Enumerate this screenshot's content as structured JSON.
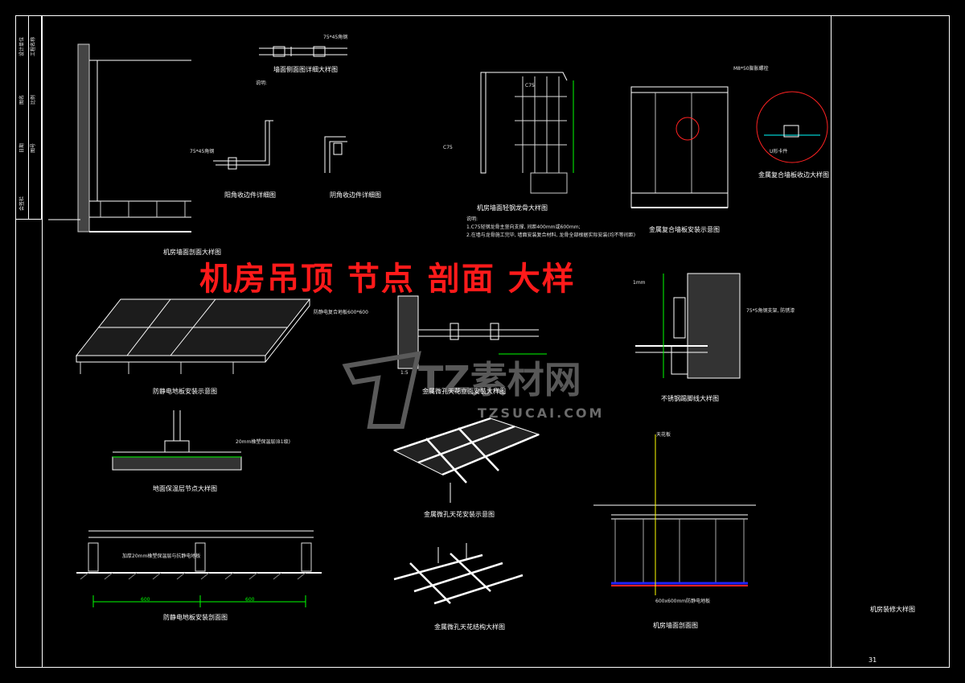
{
  "headline": "机房吊顶  节点  剖面  大样",
  "watermark": {
    "name": "TZ素材网",
    "url": "TZSUCAI.COM"
  },
  "title_block": {
    "sheet_name": "机房装修大样图",
    "sheet_no": "31"
  },
  "left_strip": [
    "设计单位",
    "工程名称",
    "图名",
    "比例",
    "日期",
    "图号",
    "会签栏"
  ],
  "captions": {
    "wall_section": "机房墙面剖面大样图",
    "wall_side": "墙面侧面图详细大样图",
    "yang_corner": "阳角收边件详细图",
    "yin_corner": "阴角收边件详细图",
    "steel_keel": "机房墙面轻钢龙骨大样图",
    "metal_board": "金属复合墙板安装示意图",
    "metal_board_detail": "金属复合墙板收边大样图",
    "raised_floor": "防静电地板安装示意图",
    "ceiling_section": "金属微孔天花立面安装大样图",
    "skirting": "不锈钢踢脚线大样图",
    "floor_insulation": "地面保温层节点大样图",
    "ceiling_iso": "金属微孔天花安装示意图",
    "floor_section": "防静电地板安装剖面图",
    "ceiling_grid": "金属微孔天花结构大样图",
    "room_section": "机房墙面剖面图"
  },
  "notes": {
    "wall_note_title": "说明:",
    "keel_note_title": "说明:",
    "keel_note_1": "1.C75轻钢龙骨主竖向支撑, 间距400mm或600mm;",
    "keel_note_2": "2.在墙与龙骨施工完毕, 墙面安装复合材料, 龙骨全部根据实际安装(均不等间距)"
  },
  "labels": {
    "tile_size": "防静电复合地板600*600",
    "insulation": "20mm橡塑保温层(B1级)",
    "floor_insul": "加厚20mm橡塑保温层与抗静电地板",
    "dim_600a": "600",
    "dim_600b": "600",
    "angle": "75*45角钢",
    "angle2": "75*45角钢",
    "gap_1mm": "1mm",
    "angle3": "75*5角钢支架, 防锈漆",
    "floor_grid": "600x600mm防静电地板",
    "ceiling_tile": "天花板",
    "ms50": "M8*50膨胀螺栓",
    "u_clip": "U形卡件",
    "c75a": "C75",
    "c75b": "C75",
    "scale_bar": "1:5"
  }
}
